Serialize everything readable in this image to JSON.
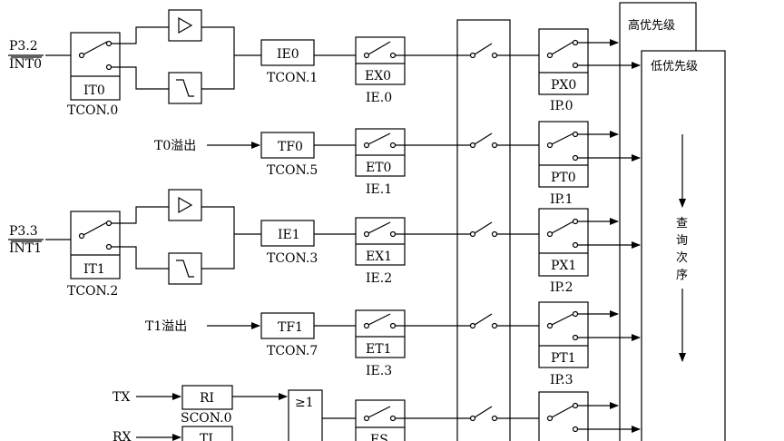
{
  "labels": {
    "p32": "P3.2",
    "int0": "INT0",
    "p33": "P3.3",
    "int1": "INT1",
    "t0overflow": "T0溢出",
    "t1overflow": "T1溢出",
    "tx": "TX",
    "rx": "RX",
    "it0": "IT0",
    "tcon0": "TCON.0",
    "it1": "IT1",
    "tcon2": "TCON.2",
    "ie0": "IE0",
    "tcon1": "TCON.1",
    "tf0": "TF0",
    "tcon5": "TCON.5",
    "ie1": "IE1",
    "tcon3": "TCON.3",
    "tf1": "TF1",
    "tcon7": "TCON.7",
    "ri": "RI",
    "scon0": "SCON.0",
    "ti": "TI",
    "or": "≥1",
    "ex0": "EX0",
    "ie_0": "IE.0",
    "et0": "ET0",
    "ie_1": "IE.1",
    "ex1": "EX1",
    "ie_2": "IE.2",
    "et1": "ET1",
    "ie_3": "IE.3",
    "es": "ES",
    "px0": "PX0",
    "ip0": "IP.0",
    "pt0": "PT0",
    "ip1": "IP.1",
    "px1": "PX1",
    "ip2": "IP.2",
    "pt1": "PT1",
    "ip3": "IP.3",
    "high_priority": "高优先级",
    "low_priority": "低优先级",
    "query_order": [
      "查",
      "询",
      "次",
      "序"
    ]
  }
}
